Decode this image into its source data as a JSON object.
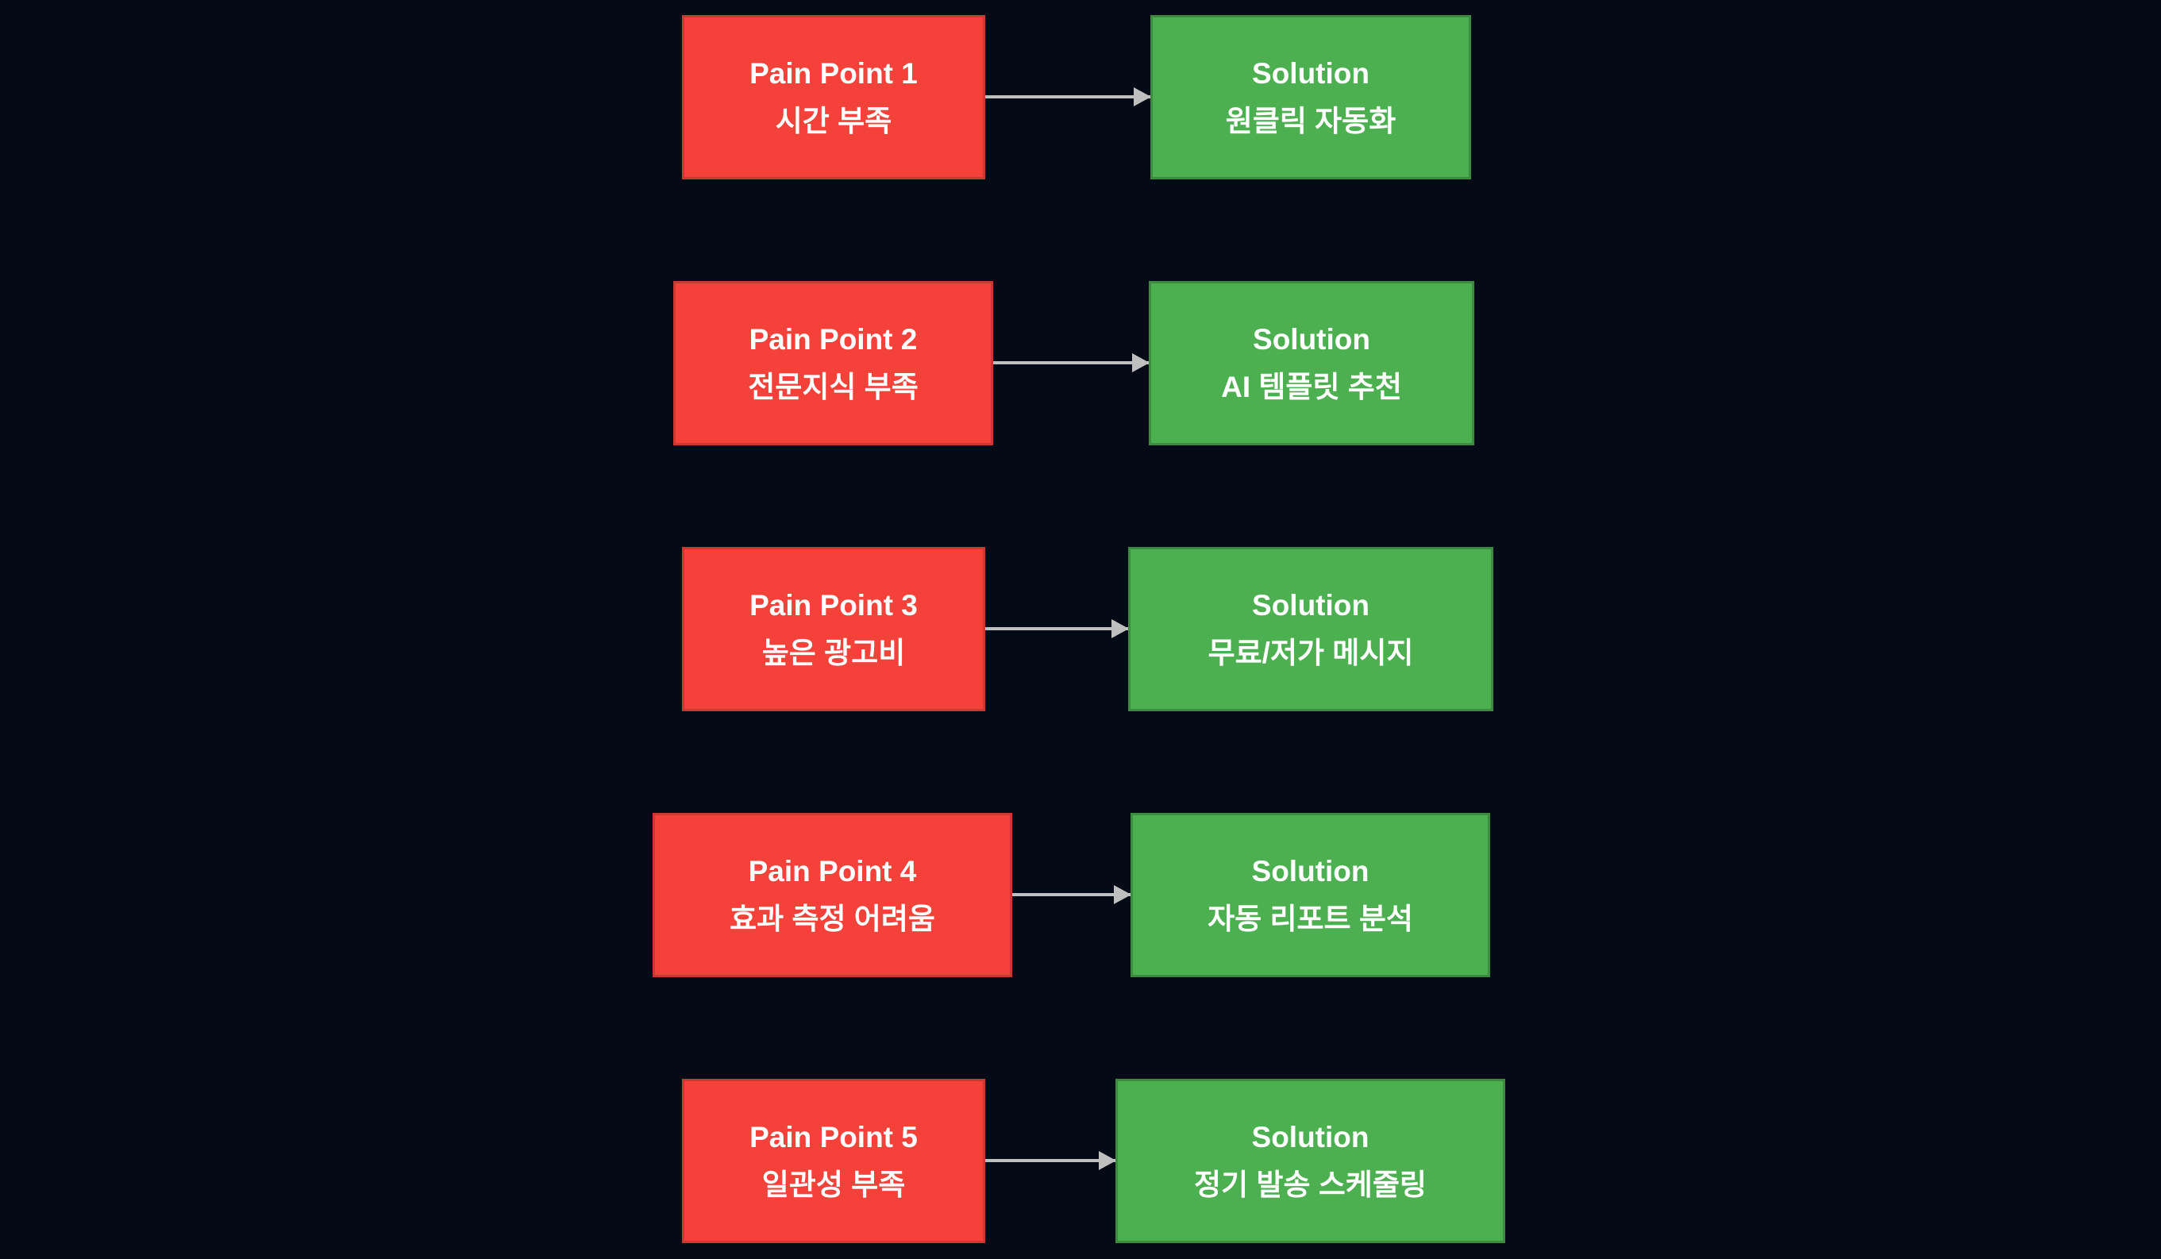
{
  "diagram": {
    "background_color": "#040a16",
    "pain_box_color": "#f4413a",
    "pain_box_border_color": "#c63a32",
    "solution_box_color": "#4caf50",
    "solution_box_border_color": "#3d8b40",
    "arrow_color": "#bfbfbf",
    "text_color": "#ffffff",
    "rows": [
      {
        "pain": {
          "title": "Pain Point 1",
          "subtitle": "시간 부족"
        },
        "solution": {
          "title": "Solution",
          "subtitle": "원클릭 자동화"
        }
      },
      {
        "pain": {
          "title": "Pain Point 2",
          "subtitle": "전문지식 부족"
        },
        "solution": {
          "title": "Solution",
          "subtitle": "AI 템플릿 추천"
        }
      },
      {
        "pain": {
          "title": "Pain Point 3",
          "subtitle": "높은 광고비"
        },
        "solution": {
          "title": "Solution",
          "subtitle": "무료/저가 메시지"
        }
      },
      {
        "pain": {
          "title": "Pain Point 4",
          "subtitle": "효과 측정 어려움"
        },
        "solution": {
          "title": "Solution",
          "subtitle": "자동 리포트 분석"
        }
      },
      {
        "pain": {
          "title": "Pain Point 5",
          "subtitle": "일관성 부족"
        },
        "solution": {
          "title": "Solution",
          "subtitle": "정기 발송 스케줄링"
        }
      }
    ]
  }
}
